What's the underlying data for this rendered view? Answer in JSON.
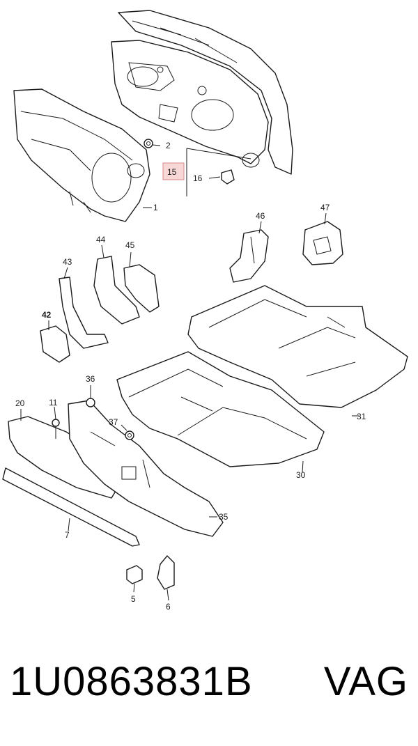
{
  "callouts": {
    "c1": "1",
    "c2": "2",
    "c5": "5",
    "c6": "6",
    "c7": "7",
    "c11": "11",
    "c15": "15",
    "c16": "16",
    "c20": "20",
    "c30": "30",
    "c31": "31",
    "c35": "35",
    "c36": "36",
    "c37": "37",
    "c42": "42",
    "c43": "43",
    "c44": "44",
    "c45": "45",
    "c46": "46",
    "c47": "47"
  },
  "highlight_color": "#f8d7d7",
  "footer": {
    "part_number": "1U0863831B",
    "brand": "VAG"
  }
}
